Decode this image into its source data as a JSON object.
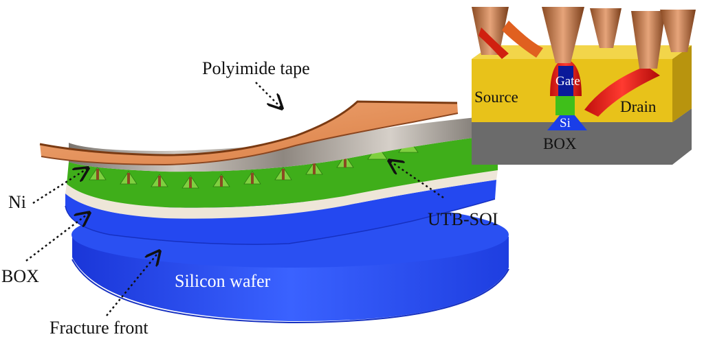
{
  "labels": {
    "polyimide_tape": "Polyimide tape",
    "ni": "Ni",
    "utb_soi": "UTB-SOI",
    "box": "BOX",
    "silicon_wafer": "Silicon wafer",
    "fracture_front": "Fracture front"
  },
  "inset": {
    "gate": "Gate",
    "source": "Source",
    "drain": "Drain",
    "si": "Si",
    "box": "BOX"
  },
  "colors": {
    "silicon_blue": "#2a4ff0",
    "tape_orange": "#e89a62",
    "ni_gray": "#a8a29c",
    "soi_green": "#3fae1a",
    "box_cream": "#eee6d8",
    "gate_red": "#e0201a",
    "pad_yellow": "#e8c21a",
    "box_gray": "#707070",
    "contact_copper": "#c07a4a"
  }
}
